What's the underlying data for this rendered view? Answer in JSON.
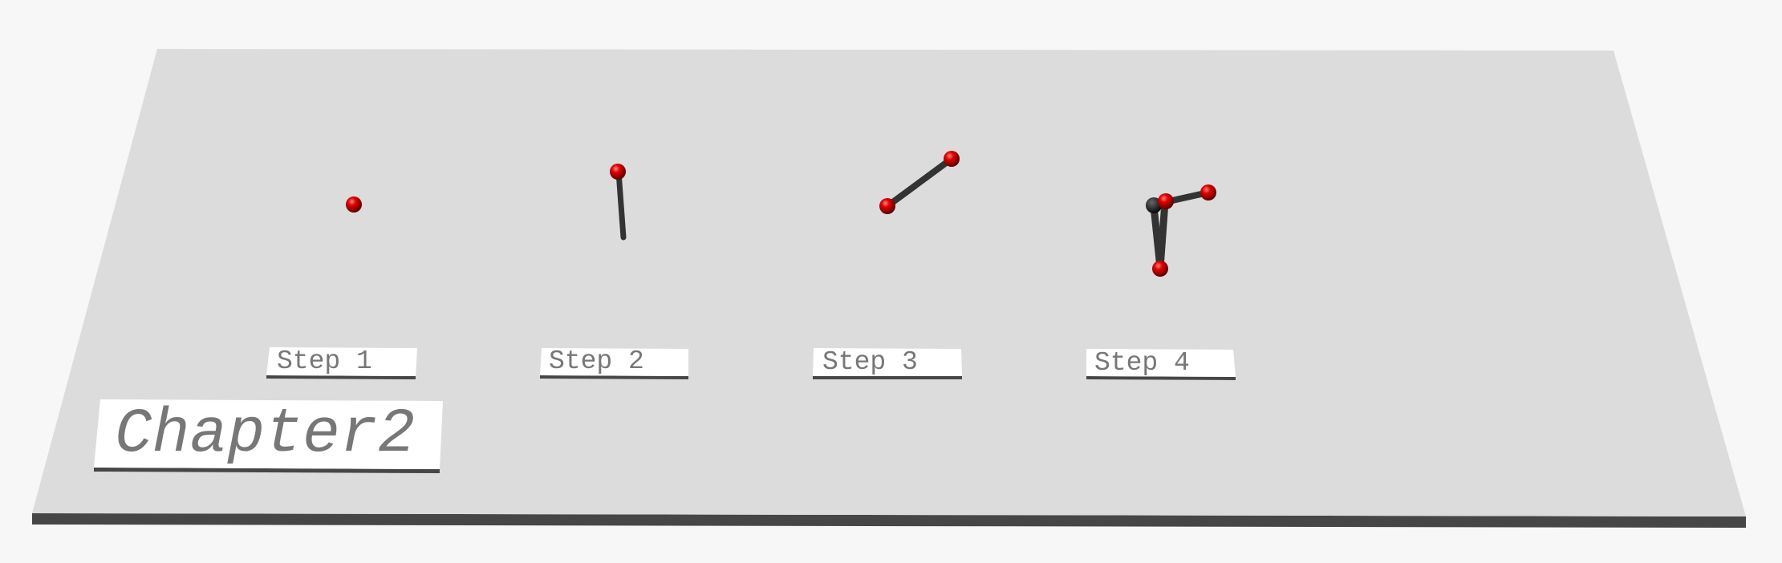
{
  "scene": {
    "chapter_label": "Chapter2",
    "steps": [
      {
        "label": "Step 1"
      },
      {
        "label": "Step 2"
      },
      {
        "label": "Step 3"
      },
      {
        "label": "Step 4"
      }
    ]
  },
  "colors": {
    "background": "#f7f7f7",
    "platform_top": "#dcdcdc",
    "platform_side": "#464646",
    "label_card": "#ffffff",
    "label_text": "#777777",
    "atom": "#cc0000",
    "bond": "#333333"
  },
  "icons": {
    "atom": "red-sphere",
    "bond": "dark-cylinder"
  }
}
